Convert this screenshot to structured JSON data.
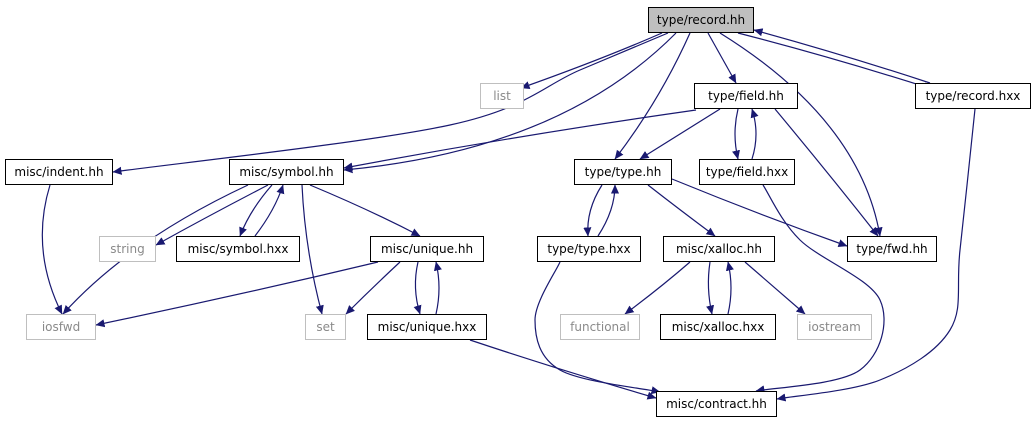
{
  "colors": {
    "edge": "#191970",
    "external_border": "#bfbfbf",
    "external_text": "#8a8a8a",
    "focus_fill": "#bfbfbf"
  },
  "nodes": {
    "record_hh": {
      "label": "type/record.hh",
      "kind": "focus"
    },
    "list": {
      "label": "list",
      "kind": "external"
    },
    "field_hh": {
      "label": "type/field.hh",
      "kind": "normal"
    },
    "record_hxx": {
      "label": "type/record.hxx",
      "kind": "normal"
    },
    "indent_hh": {
      "label": "misc/indent.hh",
      "kind": "normal"
    },
    "symbol_hh": {
      "label": "misc/symbol.hh",
      "kind": "normal"
    },
    "type_hh": {
      "label": "type/type.hh",
      "kind": "normal"
    },
    "field_hxx": {
      "label": "type/field.hxx",
      "kind": "normal"
    },
    "string": {
      "label": "string",
      "kind": "external"
    },
    "symbol_hxx": {
      "label": "misc/symbol.hxx",
      "kind": "normal"
    },
    "unique_hh": {
      "label": "misc/unique.hh",
      "kind": "normal"
    },
    "type_hxx": {
      "label": "type/type.hxx",
      "kind": "normal"
    },
    "xalloc_hh": {
      "label": "misc/xalloc.hh",
      "kind": "normal"
    },
    "fwd_hh": {
      "label": "type/fwd.hh",
      "kind": "normal"
    },
    "iosfwd": {
      "label": "iosfwd",
      "kind": "external"
    },
    "set": {
      "label": "set",
      "kind": "external"
    },
    "unique_hxx": {
      "label": "misc/unique.hxx",
      "kind": "normal"
    },
    "functional": {
      "label": "functional",
      "kind": "external"
    },
    "xalloc_hxx": {
      "label": "misc/xalloc.hxx",
      "kind": "normal"
    },
    "iostream": {
      "label": "iostream",
      "kind": "external"
    },
    "contract_hh": {
      "label": "misc/contract.hh",
      "kind": "normal"
    }
  },
  "edges": [
    [
      "record_hh",
      "list"
    ],
    [
      "record_hh",
      "field_hh"
    ],
    [
      "record_hh",
      "record_hxx"
    ],
    [
      "record_hh",
      "indent_hh"
    ],
    [
      "record_hh",
      "symbol_hh"
    ],
    [
      "record_hh",
      "type_hh"
    ],
    [
      "record_hh",
      "fwd_hh"
    ],
    [
      "field_hh",
      "symbol_hh"
    ],
    [
      "field_hh",
      "type_hh"
    ],
    [
      "field_hh",
      "field_hxx"
    ],
    [
      "field_hh",
      "fwd_hh"
    ],
    [
      "field_hxx",
      "field_hh"
    ],
    [
      "field_hxx",
      "contract_hh"
    ],
    [
      "record_hxx",
      "record_hh"
    ],
    [
      "record_hxx",
      "contract_hh"
    ],
    [
      "indent_hh",
      "iosfwd"
    ],
    [
      "symbol_hh",
      "string"
    ],
    [
      "symbol_hh",
      "symbol_hxx"
    ],
    [
      "symbol_hh",
      "unique_hh"
    ],
    [
      "symbol_hh",
      "set"
    ],
    [
      "symbol_hh",
      "iosfwd"
    ],
    [
      "symbol_hxx",
      "symbol_hh"
    ],
    [
      "unique_hh",
      "iosfwd"
    ],
    [
      "unique_hh",
      "set"
    ],
    [
      "unique_hh",
      "unique_hxx"
    ],
    [
      "unique_hxx",
      "unique_hh"
    ],
    [
      "unique_hxx",
      "contract_hh"
    ],
    [
      "type_hh",
      "type_hxx"
    ],
    [
      "type_hh",
      "xalloc_hh"
    ],
    [
      "type_hh",
      "fwd_hh"
    ],
    [
      "type_hxx",
      "type_hh"
    ],
    [
      "type_hxx",
      "contract_hh"
    ],
    [
      "xalloc_hh",
      "functional"
    ],
    [
      "xalloc_hh",
      "xalloc_hxx"
    ],
    [
      "xalloc_hh",
      "iostream"
    ],
    [
      "xalloc_hxx",
      "xalloc_hh"
    ]
  ]
}
